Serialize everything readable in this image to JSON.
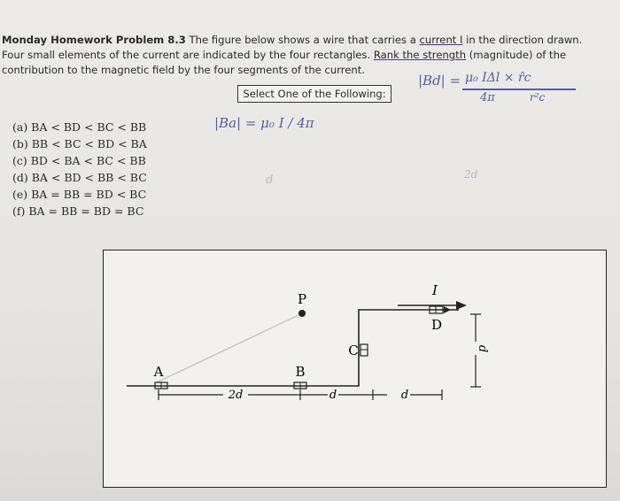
{
  "header": {
    "title": "Monday Homework Problem 8.3",
    "line1_rest": "The figure below shows a wire that carries a",
    "current_phrase": "current I",
    "line1_end": "in the direction drawn.",
    "line2_start": "Four small elements of the current are indicated by the four rectangles.",
    "rank_phrase": "Rank the strength",
    "line2_end": "(magnitude) of the",
    "line3": "contribution to the magnetic field by the four segments of the current."
  },
  "select": {
    "label": "Select One of the Following:"
  },
  "options": [
    "(a) BA < BD < BC < BB",
    "(b) BB < BC < BD < BA",
    "(c) BD < BA < BC < BB",
    "(d) BA < BD < BB < BC",
    "(e) BA = BB = BD < BC",
    "(f) BA = BB = BD = BC"
  ],
  "handwriting": {
    "formula_left": "|Ba| = μ₀ I / 4π",
    "formula_right_lhs": "|Bd| =",
    "formula_right_num": "μ₀ IΔl × r̂c",
    "formula_right_den_left": "4π",
    "formula_right_den_right": "r²c",
    "scribble_d": "d",
    "scribble_2d": "2d"
  },
  "figure": {
    "label_P": "P",
    "label_A": "A",
    "label_B": "B",
    "label_C": "C",
    "label_D": "D",
    "label_I": "I",
    "dim_2d": "2d",
    "dim_d1": "d",
    "dim_d2": "d",
    "dim_d_vertical": "d"
  }
}
